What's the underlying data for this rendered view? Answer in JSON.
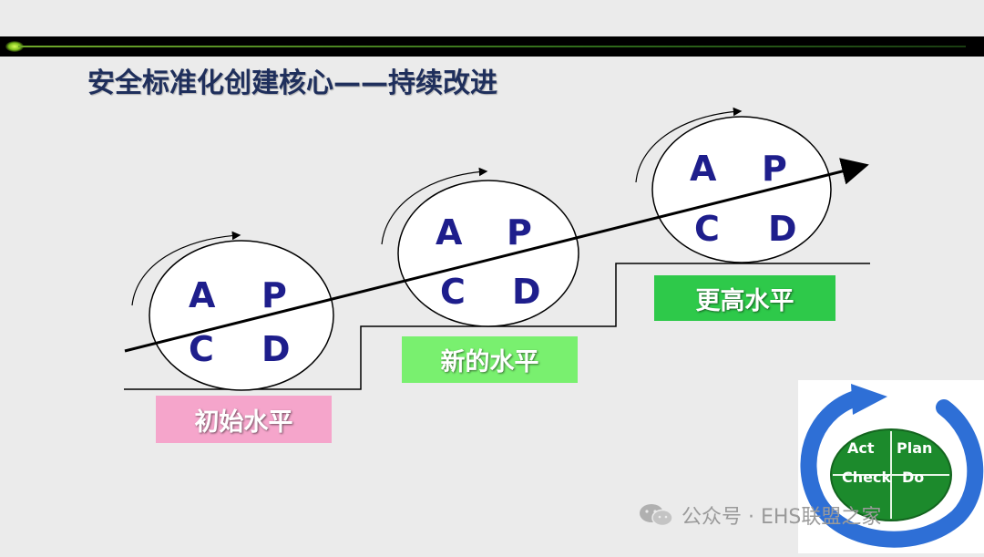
{
  "title": "安全标准化创建核心——持续改进",
  "levels": [
    {
      "label": "初始水平",
      "color": "#f5a5cb"
    },
    {
      "label": "新的水平",
      "color": "#79f06f"
    },
    {
      "label": "更高水平",
      "color": "#2ec94a"
    }
  ],
  "cycle_letters": {
    "act": "A",
    "plan": "P",
    "check": "C",
    "do": "D"
  },
  "logo": {
    "act": "Act",
    "plan": "Plan",
    "check": "Check",
    "do": "Do"
  },
  "watermark": "公众号 · EHS联盟之家",
  "colors": {
    "title": "#1f2f5c",
    "letters": "#1e1e8c",
    "logo_ring": "#2e6fd6",
    "logo_core": "#1c8a2c"
  }
}
